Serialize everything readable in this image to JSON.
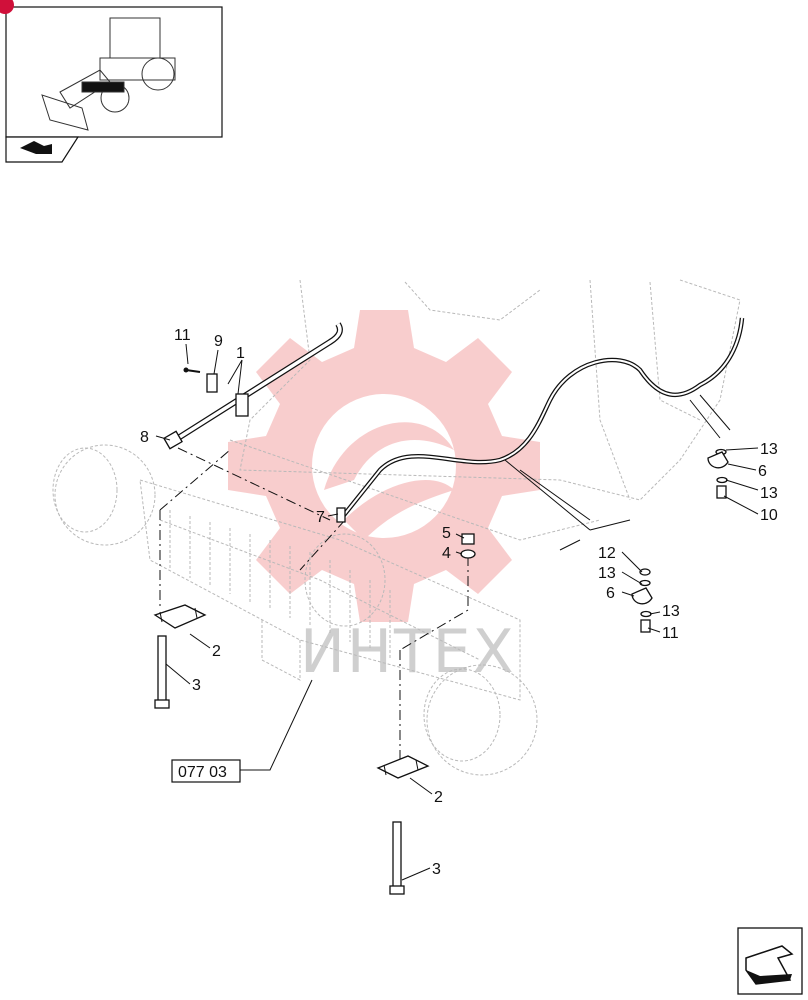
{
  "reference": {
    "label": "077 03"
  },
  "watermark": {
    "text": "ИНТЕХ"
  },
  "callouts": [
    {
      "id": "c11a",
      "label": "11"
    },
    {
      "id": "c9",
      "label": "9"
    },
    {
      "id": "c1",
      "label": "1"
    },
    {
      "id": "c8",
      "label": "8"
    },
    {
      "id": "c7",
      "label": "7"
    },
    {
      "id": "c5",
      "label": "5"
    },
    {
      "id": "c4",
      "label": "4"
    },
    {
      "id": "c2a",
      "label": "2"
    },
    {
      "id": "c3a",
      "label": "3"
    },
    {
      "id": "c2b",
      "label": "2"
    },
    {
      "id": "c3b",
      "label": "3"
    },
    {
      "id": "c13a",
      "label": "13"
    },
    {
      "id": "c6a",
      "label": "6"
    },
    {
      "id": "c13b",
      "label": "13"
    },
    {
      "id": "c10",
      "label": "10"
    },
    {
      "id": "c12",
      "label": "12"
    },
    {
      "id": "c13c",
      "label": "13"
    },
    {
      "id": "c6b",
      "label": "6"
    },
    {
      "id": "c13d",
      "label": "13"
    },
    {
      "id": "c11b",
      "label": "11"
    }
  ],
  "icons": {
    "thumbnail": "wheel-loader-thumbnail",
    "nav_previous": "arrow-back-icon",
    "nav_next": "arrow-forward-icon",
    "watermark_logo": "gear-logo-icon"
  },
  "colors": {
    "watermark_logo": "#f4a6a6",
    "line": "#111111",
    "ghost": "#b9b9b9",
    "badge": "#d0103a"
  }
}
